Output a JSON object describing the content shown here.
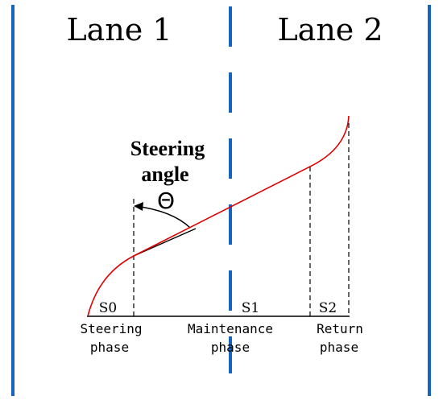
{
  "lanes": [
    {
      "title": "Lane 1"
    },
    {
      "title": "Lane 2"
    }
  ],
  "angle": {
    "label_line1": "Steering",
    "label_line2": "angle",
    "symbol": "Θ"
  },
  "segments": [
    {
      "id": "S0"
    },
    {
      "id": "S1"
    },
    {
      "id": "S2"
    }
  ],
  "phases": [
    {
      "line1": "Steering",
      "line2": "phase"
    },
    {
      "line1": "Maintenance",
      "line2": "phase"
    },
    {
      "line1": "Return",
      "line2": "phase"
    }
  ],
  "colors": {
    "lane_line": "#1565c0",
    "trajectory": "#e00000",
    "guide": "#000000"
  }
}
